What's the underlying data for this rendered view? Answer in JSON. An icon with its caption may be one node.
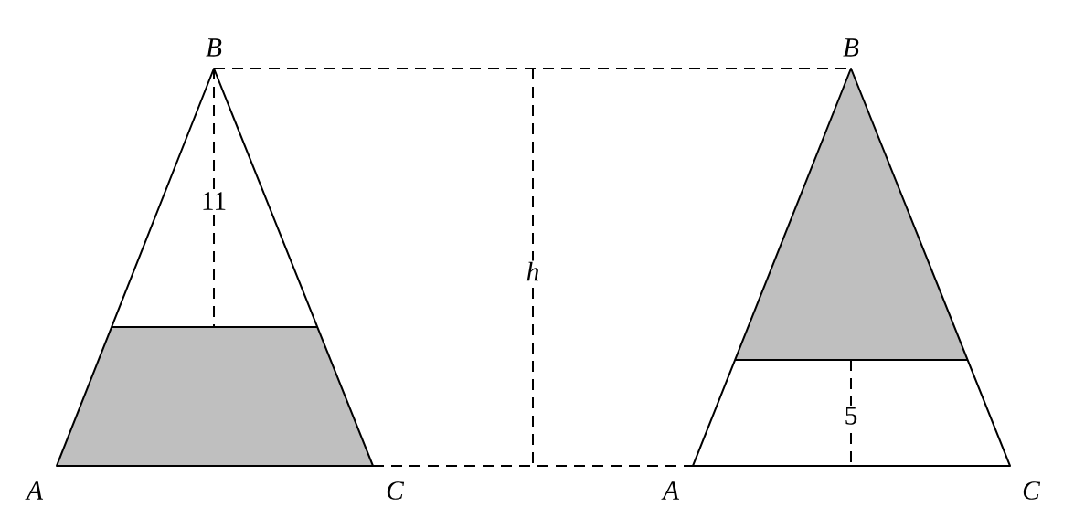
{
  "diagram": {
    "labels": [
      "B",
      "B",
      "11",
      "h",
      "5",
      "A",
      "C",
      "A",
      "C"
    ]
  }
}
